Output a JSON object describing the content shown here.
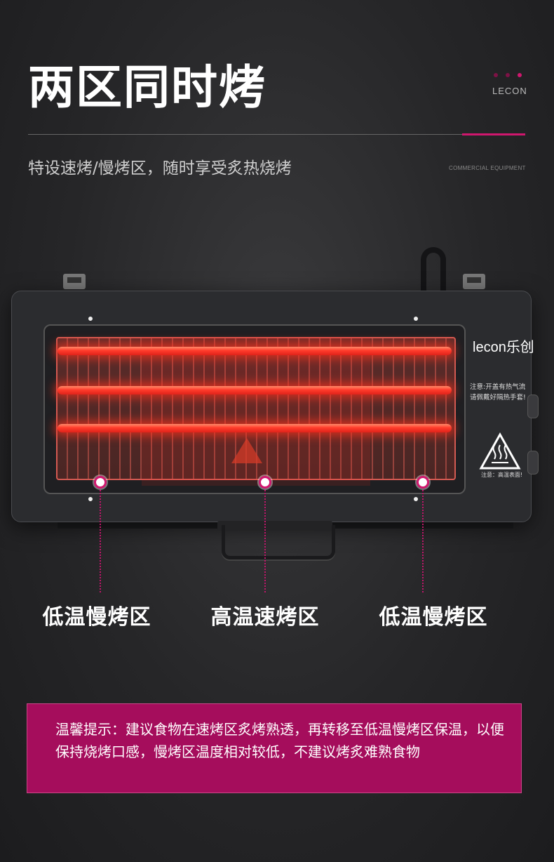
{
  "header": {
    "title": "两区同时烤",
    "brand": "LECON",
    "subtitle": "特设速烤/慢烤区，随时享受炙热烧烤",
    "tagline": "COMMERCIAL EQUIPMENT"
  },
  "product": {
    "logo": "lecon乐创",
    "notice_line1": "注意:开盖有热气流",
    "notice_line2": "请佩戴好隔热手套!",
    "hot_label": "注意：高温表面!"
  },
  "zones": [
    {
      "label": "低温慢烤区"
    },
    {
      "label": "高温速烤区"
    },
    {
      "label": "低温慢烤区"
    }
  ],
  "tip": {
    "text": "温馨提示：建议食物在速烤区炙烤熟透，再转移至低温慢烤区保温，以便保持烧烤口感，慢烤区温度相对较低，不建议烤炙难熟食物"
  },
  "colors": {
    "accent": "#d0176e",
    "tip_background": "#a50d5c",
    "heater": "#ff3b2b"
  }
}
